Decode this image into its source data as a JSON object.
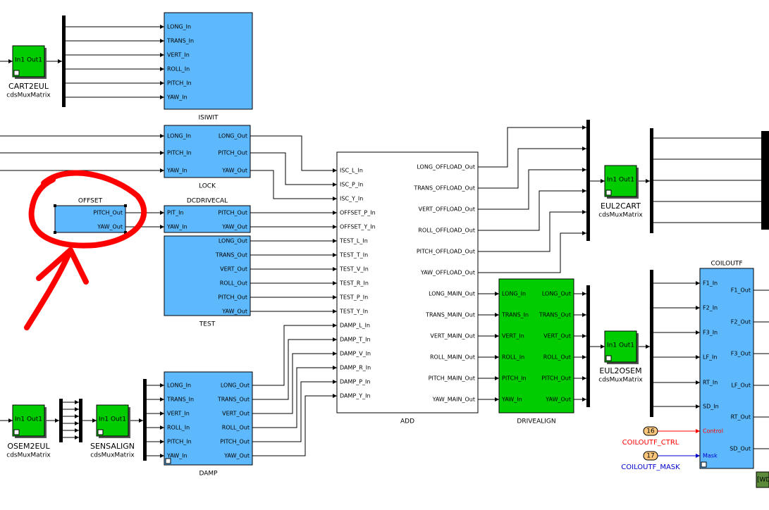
{
  "colors": {
    "blue": "#5eb8fc",
    "green": "#00cc00",
    "red": "#ff0000",
    "darkblue": "#0000cc",
    "dark": "#333333",
    "orange": "#fcc77a",
    "wd": "#5a8a3a"
  },
  "blocks": {
    "isiwit": {
      "title": "ISIWIT",
      "inputs": [
        "LONG_In",
        "TRANS_In",
        "VERT_In",
        "ROLL_In",
        "PITCH_In",
        "YAW_In"
      ]
    },
    "lock": {
      "title": "LOCK",
      "inputs": [
        "LONG_In",
        "PITCH_In",
        "YAW_In"
      ],
      "outputs": [
        "LONG_Out",
        "PITCH_Out",
        "YAW_Out"
      ]
    },
    "offset": {
      "title": "OFFSET",
      "outputs": [
        "PITCH_Out",
        "YAW_Out"
      ]
    },
    "dcdrivecal": {
      "title": "DCDRIVECAL",
      "inputs": [
        "PIT_In",
        "YAW_In"
      ],
      "outputs": [
        "PITCH_Out",
        "YAW_Out"
      ]
    },
    "test": {
      "title": "TEST",
      "outputs": [
        "LONG_Out",
        "TRANS_Out",
        "VERT_Out",
        "ROLL_Out",
        "PITCH_Out",
        "YAW_Out"
      ]
    },
    "add": {
      "title": "ADD",
      "inputs": [
        "ISC_L_In",
        "ISC_P_In",
        "ISC_Y_In",
        "OFFSET_P_In",
        "OFFSET_Y_In",
        "TEST_L_In",
        "TEST_T_In",
        "TEST_V_In",
        "TEST_R_In",
        "TEST_P_In",
        "TEST_Y_In",
        "DAMP_L_In",
        "DAMP_T_In",
        "DAMP_V_In",
        "DAMP_R_In",
        "DAMP_P_In",
        "DAMP_Y_In"
      ],
      "outputs": [
        "LONG_OFFLOAD_Out",
        "TRANS_OFFLOAD_Out",
        "VERT_OFFLOAD_Out",
        "ROLL_OFFLOAD_Out",
        "PITCH_OFFLOAD_Out",
        "YAW_OFFLOAD_Out",
        "LONG_MAIN_Out",
        "TRANS_MAIN_Out",
        "VERT_MAIN_Out",
        "ROLL_MAIN_Out",
        "PITCH_MAIN_Out",
        "YAW_MAIN_Out"
      ]
    },
    "drivealign": {
      "title": "DRIVEALIGN",
      "inputs": [
        "LONG_In",
        "TRANS_In",
        "VERT_In",
        "ROLL_In",
        "PITCH_In",
        "YAW_In"
      ],
      "outputs": [
        "LONG_Out",
        "TRANS_Out",
        "VERT_Out",
        "ROLL_Out",
        "PITCH_Out",
        "YAW_Out"
      ]
    },
    "damp": {
      "title": "DAMP",
      "inputs": [
        "LONG_In",
        "TRANS_In",
        "VERT_In",
        "ROLL_In",
        "PITCH_In",
        "YAW_In"
      ],
      "outputs": [
        "LONG_Out",
        "TRANS_Out",
        "VERT_Out",
        "ROLL_Out",
        "PITCH_Out",
        "YAW_Out"
      ]
    },
    "coiloutf": {
      "title": "COILOUTF",
      "inputs": [
        "F1_In",
        "F2_In",
        "F3_In",
        "LF_In",
        "RT_In",
        "SD_In",
        "Control",
        "Mask"
      ],
      "outputs": [
        "F1_Out",
        "F2_Out",
        "F3_Out",
        "LF_Out",
        "RT_Out",
        "SD_Out"
      ]
    }
  },
  "green_blocks": {
    "cart2eul": {
      "inner": "In1 Out1",
      "name": "CART2EUL",
      "sub": "cdsMuxMatrix"
    },
    "eul2cart": {
      "inner": "In1 Out1",
      "name": "EUL2CART",
      "sub": "cdsMuxMatrix"
    },
    "eul2osem": {
      "inner": "In1 Out1",
      "name": "EUL2OSEM",
      "sub": "cdsMuxMatrix"
    },
    "osem2eul": {
      "inner": "In1 Out1",
      "name": "OSEM2EUL",
      "sub": "cdsMuxMatrix"
    },
    "sensalign": {
      "inner": "In1 Out1",
      "name": "SENSALIGN",
      "sub": "cdsMuxMatrix"
    }
  },
  "from_tags": {
    "ctrl": {
      "num": "16",
      "label": "COILOUTF_CTRL"
    },
    "mask": {
      "num": "17",
      "label": "COILOUTF_MASK"
    }
  },
  "wd_label": "[WD"
}
